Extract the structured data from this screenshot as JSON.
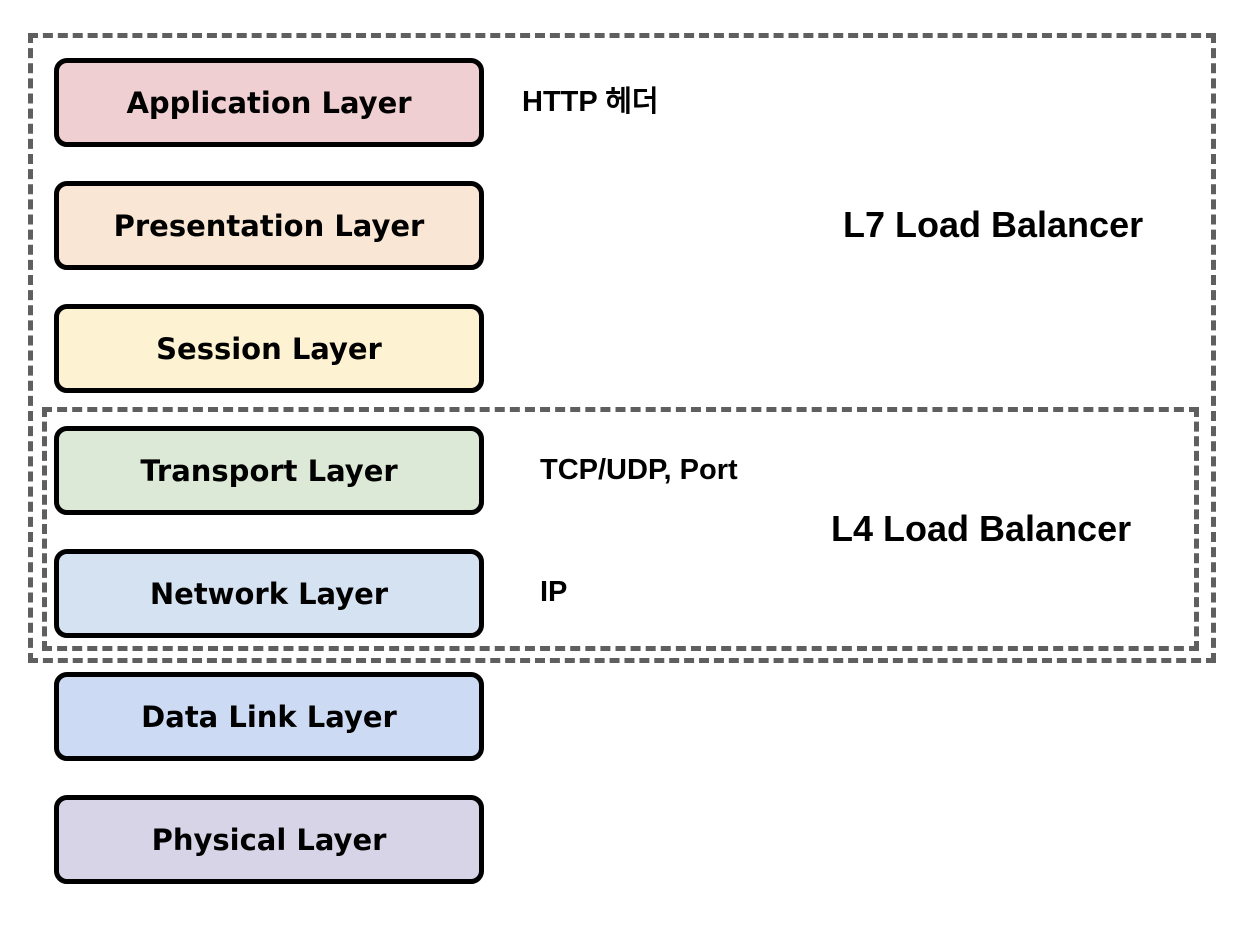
{
  "layers": [
    {
      "label": "Application Layer",
      "color": "#efcfd1"
    },
    {
      "label": "Presentation Layer",
      "color": "#fae6d4"
    },
    {
      "label": "Session Layer",
      "color": "#fdf3d2"
    },
    {
      "label": "Transport Layer",
      "color": "#dce9d6"
    },
    {
      "label": "Network Layer",
      "color": "#d5e2f1"
    },
    {
      "label": "Data Link Layer",
      "color": "#ccdbf3"
    },
    {
      "label": "Physical Layer",
      "color": "#d8d4e7"
    }
  ],
  "annotations": {
    "http_header": "HTTP 헤더",
    "tcp_udp_port": "TCP/UDP, Port",
    "ip": "IP"
  },
  "balancers": {
    "l7": "L7 Load Balancer",
    "l4": "L4 Load Balancer"
  },
  "colors": {
    "dash_border": "#5f5f5f",
    "layer_border": "#000000"
  }
}
